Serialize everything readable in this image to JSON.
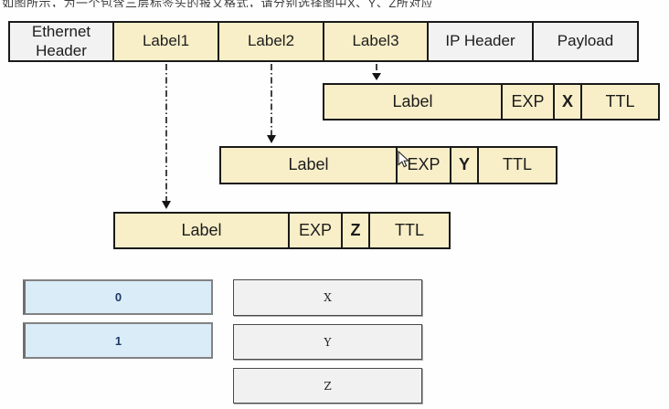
{
  "question": {
    "text": "如图所示，为一个包含三层标签头的报文格式，请分别选择图中X、Y、Z所对应的取值。"
  },
  "packet_row": {
    "cells": [
      {
        "label": "Ethernet Header",
        "type": "header"
      },
      {
        "label": "Label1",
        "type": "label"
      },
      {
        "label": "Label2",
        "type": "label"
      },
      {
        "label": "Label3",
        "type": "label"
      },
      {
        "label": "IP Header",
        "type": "header"
      },
      {
        "label": "Payload",
        "type": "header"
      }
    ]
  },
  "label_rows": [
    {
      "label": "Label",
      "exp": "EXP",
      "s_bit": "X",
      "ttl": "TTL"
    },
    {
      "label": "Label",
      "exp": "EXP",
      "s_bit": "Y",
      "ttl": "TTL"
    },
    {
      "label": "Label",
      "exp": "EXP",
      "s_bit": "Z",
      "ttl": "TTL"
    }
  ],
  "options": {
    "values": [
      {
        "label": "0"
      },
      {
        "label": "1"
      }
    ],
    "targets": [
      {
        "label": "X"
      },
      {
        "label": "Y"
      },
      {
        "label": "Z"
      }
    ]
  },
  "icons": {
    "cursor": "mouse-cursor-icon",
    "arrow": "dashed-down-arrow-icon"
  },
  "colors": {
    "label_fill": "#f8efc8",
    "header_fill": "#f2f2f2",
    "border": "#1a1a1a",
    "s_bit_red": "#cd5f5f",
    "option_value_fill": "#d9ecf8",
    "option_value_text": "#1f3864",
    "option_target_fill": "#f1f1f1"
  }
}
